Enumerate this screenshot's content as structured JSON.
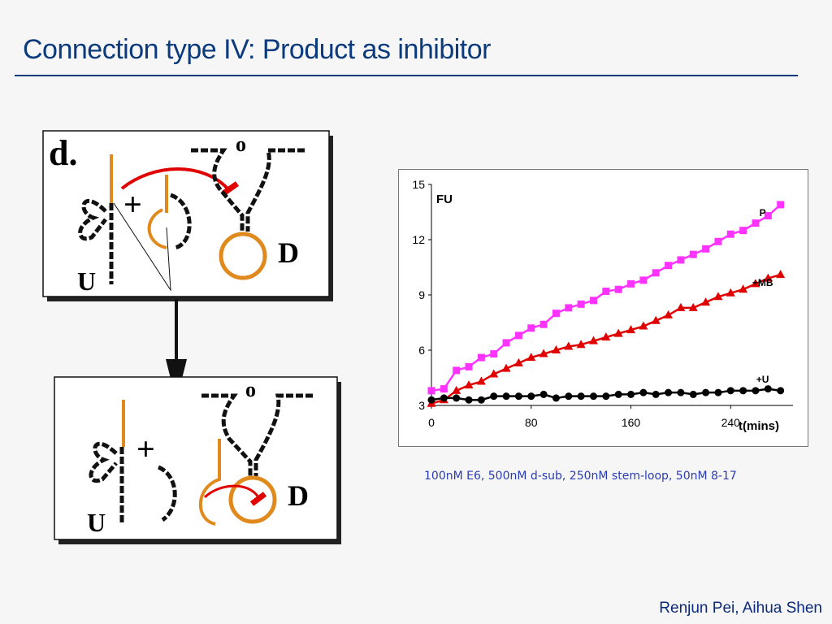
{
  "slide": {
    "title": "Connection type IV: Product as inhibitor",
    "caption": "100nM E6, 500nM d-sub, 250nM stem-loop, 50nM 8-17",
    "authors": "Renjun Pei, Aihua Shen"
  },
  "diagram": {
    "panel_label": "d.",
    "top": {
      "u_label": "U",
      "plus": "+",
      "d_label": "D",
      "o_label": "o"
    },
    "bottom": {
      "u_label": "U",
      "plus": "+",
      "d_label": "D",
      "o_label": "o"
    }
  },
  "colors": {
    "title": "#0b3b7c",
    "orange": "#e08a1e",
    "red": "#e00000",
    "magenta": "#ff33ff",
    "black": "#000000"
  },
  "chart_data": {
    "type": "line",
    "xlabel": "t(mins)",
    "ylabel": "FU",
    "xlim": [
      0,
      290
    ],
    "ylim": [
      3,
      15
    ],
    "xticks": [
      0,
      80,
      160,
      240
    ],
    "yticks": [
      3,
      6,
      9,
      12,
      15
    ],
    "grid": false,
    "series": [
      {
        "name": "P",
        "marker": "square",
        "color": "#ff33ff",
        "x": [
          0,
          10,
          20,
          30,
          40,
          50,
          60,
          70,
          80,
          90,
          100,
          110,
          120,
          130,
          140,
          150,
          160,
          170,
          180,
          190,
          200,
          210,
          220,
          230,
          240,
          250,
          260,
          270,
          280
        ],
        "y": [
          3.8,
          3.9,
          4.9,
          5.1,
          5.6,
          5.8,
          6.4,
          6.8,
          7.2,
          7.4,
          8.0,
          8.3,
          8.5,
          8.7,
          9.2,
          9.3,
          9.6,
          9.8,
          10.2,
          10.6,
          10.9,
          11.2,
          11.5,
          11.9,
          12.3,
          12.5,
          12.9,
          13.3,
          13.9
        ]
      },
      {
        "name": "+MB",
        "marker": "triangle",
        "color": "#e00000",
        "x": [
          0,
          10,
          20,
          30,
          40,
          50,
          60,
          70,
          80,
          90,
          100,
          110,
          120,
          130,
          140,
          150,
          160,
          170,
          180,
          190,
          200,
          210,
          220,
          230,
          240,
          250,
          260,
          270,
          280
        ],
        "y": [
          3.1,
          3.3,
          3.8,
          4.1,
          4.3,
          4.7,
          5.0,
          5.3,
          5.6,
          5.8,
          6.0,
          6.2,
          6.3,
          6.5,
          6.7,
          6.9,
          7.1,
          7.3,
          7.6,
          7.9,
          8.3,
          8.3,
          8.6,
          8.9,
          9.1,
          9.3,
          9.6,
          9.9,
          10.1
        ]
      },
      {
        "name": "+U",
        "marker": "circle",
        "color": "#000000",
        "x": [
          0,
          10,
          20,
          30,
          40,
          50,
          60,
          70,
          80,
          90,
          100,
          110,
          120,
          130,
          140,
          150,
          160,
          170,
          180,
          190,
          200,
          210,
          220,
          230,
          240,
          250,
          260,
          270,
          280
        ],
        "y": [
          3.3,
          3.4,
          3.4,
          3.3,
          3.3,
          3.5,
          3.5,
          3.5,
          3.5,
          3.6,
          3.4,
          3.5,
          3.5,
          3.5,
          3.5,
          3.6,
          3.6,
          3.7,
          3.6,
          3.7,
          3.7,
          3.6,
          3.7,
          3.7,
          3.8,
          3.8,
          3.8,
          3.9,
          3.8
        ]
      }
    ]
  }
}
